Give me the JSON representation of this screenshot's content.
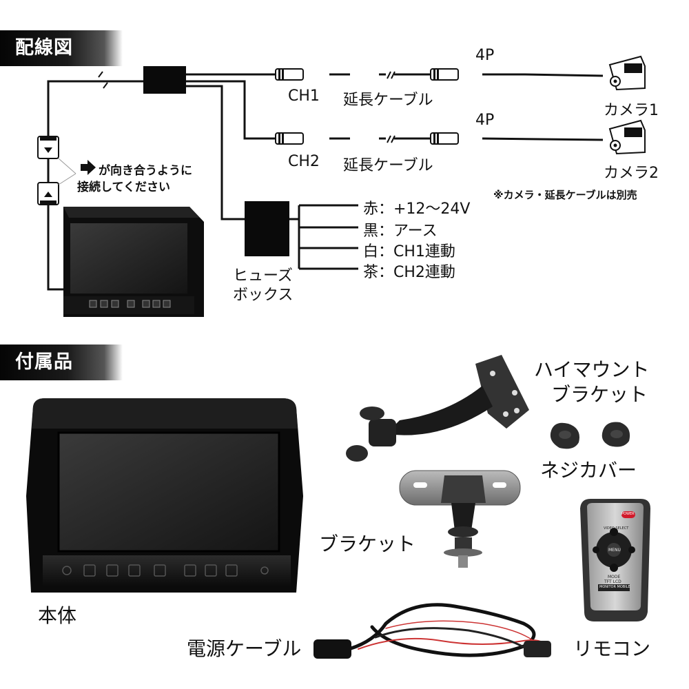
{
  "headers": {
    "wiring": "配線図",
    "accessories": "付属品"
  },
  "wiring": {
    "ch1": "CH1",
    "ch2": "CH2",
    "ext_cable_1": "延長ケーブル",
    "ext_cable_2": "延長ケーブル",
    "four_p_1": "4P",
    "four_p_2": "4P",
    "camera1": "カメラ1",
    "camera2": "カメラ2",
    "note": "※カメラ・延長ケーブルは別売",
    "connect_note_line1": "が向き合うように",
    "connect_note_line2": "接続してください",
    "fuse_line1": "ヒューズ",
    "fuse_line2": "ボックス",
    "wires": [
      "赤：+12～24V",
      "黒：アース",
      "白：CH1連動",
      "茶：CH2連動"
    ]
  },
  "accessories": {
    "main_unit": "本体",
    "high_mount_line1": "ハイマウント",
    "high_mount_line2": "ブラケット",
    "screw_cover": "ネジカバー",
    "bracket": "ブラケット",
    "power_cable": "電源ケーブル",
    "remote": "リモコン",
    "remote_power": "POWER",
    "remote_video": "VIDEO SELECT",
    "remote_menu": "MENU",
    "remote_mode": "MODE",
    "remote_tft": "TFT LCD",
    "remote_brand": "MONITOR MOBILE"
  },
  "colors": {
    "wire": "#111111",
    "header_bg": "#0a0a0a",
    "power_button": "#d11a2a"
  }
}
